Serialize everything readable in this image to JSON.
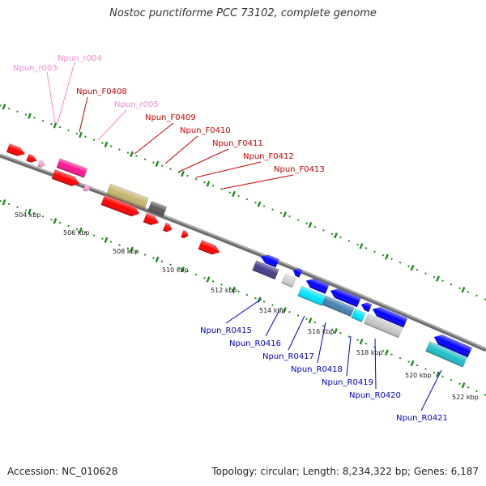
{
  "title": "Nostoc punctiforme PCC 73102, complete genome",
  "footer": {
    "accession": "Accession: NC_010628",
    "summary": "Topology: circular; Length: 8,234,322 bp; Genes: 6,187"
  },
  "colors": {
    "backbone": "#808080",
    "forward_cds": "#ff0000",
    "reverse_cds": "#0000ff",
    "rrna": "#ff1493",
    "trna": "#ffa0d0",
    "rrna_label": "#ff88cc",
    "dots": "#228b22"
  },
  "tick_labels": [
    "504 kbp",
    "506 kbp",
    "508 kbp",
    "510 kbp",
    "512 kbp",
    "514 kbp",
    "516 kbp",
    "518 kbp",
    "520 kbp",
    "522 kbp"
  ],
  "forward_labels": [
    {
      "id": "rrna-r003",
      "text": "Npun_r003",
      "type": "rrna"
    },
    {
      "id": "rrna-r004",
      "text": "Npun_r004",
      "type": "rrna"
    },
    {
      "id": "cds-f0408",
      "text": "Npun_F0408",
      "type": "cds"
    },
    {
      "id": "rrna-r005",
      "text": "Npun_r005",
      "type": "rrna"
    },
    {
      "id": "cds-f0409",
      "text": "Npun_F0409",
      "type": "cds"
    },
    {
      "id": "cds-f0410",
      "text": "Npun_F0410",
      "type": "cds"
    },
    {
      "id": "cds-f0411",
      "text": "Npun_F0411",
      "type": "cds"
    },
    {
      "id": "cds-f0412",
      "text": "Npun_F0412",
      "type": "cds"
    },
    {
      "id": "cds-f0413",
      "text": "Npun_F0413",
      "type": "cds"
    }
  ],
  "reverse_labels": [
    {
      "id": "cds-r0415",
      "text": "Npun_R0415"
    },
    {
      "id": "cds-r0416",
      "text": "Npun_R0416"
    },
    {
      "id": "cds-r0417",
      "text": "Npun_R0417"
    },
    {
      "id": "cds-r0418",
      "text": "Npun_R0418"
    },
    {
      "id": "cds-r0419",
      "text": "Npun_R0419"
    },
    {
      "id": "cds-r0420",
      "text": "Npun_R0420"
    },
    {
      "id": "cds-r0421",
      "text": "Npun_R0421"
    }
  ]
}
